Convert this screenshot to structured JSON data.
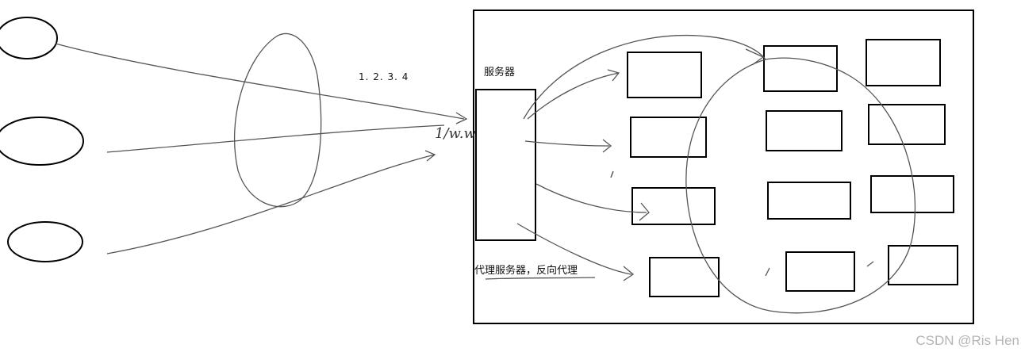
{
  "labels": {
    "ip": "1. 2. 3. 4",
    "server": "服务器",
    "proxy": "代理服务器，反向代理",
    "handwriting": "1/w.w"
  },
  "watermark": "CSDN @Ris Hen",
  "colors": {
    "stroke": "#000000",
    "sketch": "#555555",
    "watermark": "#b5b5b5"
  }
}
